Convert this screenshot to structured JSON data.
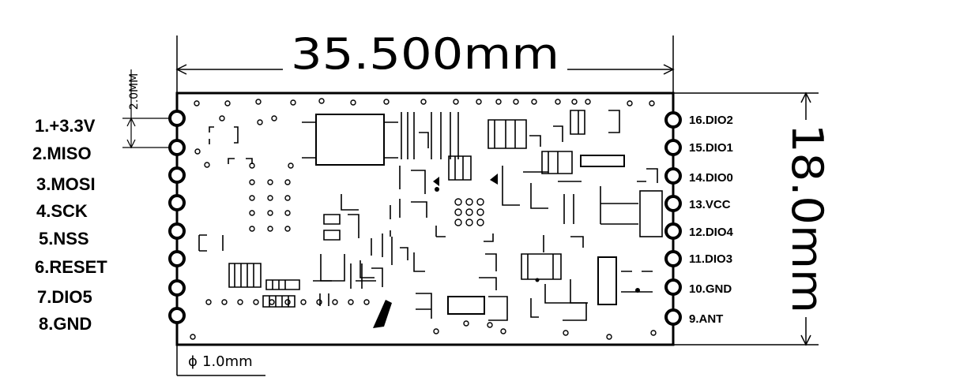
{
  "dimensions": {
    "width": "35.500mm",
    "height": "18.0mm",
    "pin_pitch": "2.0MM",
    "hole_diameter": "1.0mm",
    "hole_diameter_symbol": "ϕ"
  },
  "pins_left": [
    {
      "label": "1.+3.3V"
    },
    {
      "label": "2.MISO"
    },
    {
      "label": "3.MOSI"
    },
    {
      "label": "4.SCK"
    },
    {
      "label": "5.NSS"
    },
    {
      "label": "6.RESET"
    },
    {
      "label": "7.DIO5"
    },
    {
      "label": "8.GND"
    }
  ],
  "pins_right": [
    {
      "label": "16.DIO2"
    },
    {
      "label": "15.DIO1"
    },
    {
      "label": "14.DIO0"
    },
    {
      "label": "13.VCC"
    },
    {
      "label": "12.DIO4"
    },
    {
      "label": "11.DIO3"
    },
    {
      "label": "10.GND"
    },
    {
      "label": "9.ANT"
    }
  ],
  "colors": {
    "line": "#000000",
    "background": "#ffffff"
  }
}
